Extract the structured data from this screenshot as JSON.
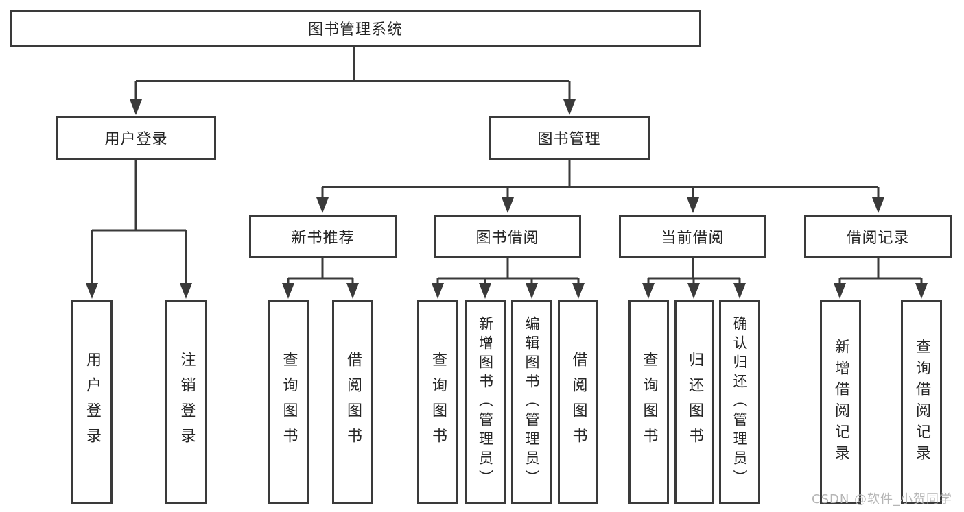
{
  "diagram_type": "hierarchy-tree",
  "tree": {
    "label": "图书管理系统",
    "children": [
      {
        "label": "用户登录",
        "children": [
          {
            "label": "用户登录"
          },
          {
            "label": "注销登录"
          }
        ]
      },
      {
        "label": "图书管理",
        "children": [
          {
            "label": "新书推荐",
            "children": [
              {
                "label": "查询图书"
              },
              {
                "label": "借阅图书"
              }
            ]
          },
          {
            "label": "图书借阅",
            "children": [
              {
                "label": "查询图书"
              },
              {
                "label": "新增图书（管理员）"
              },
              {
                "label": "编辑图书（管理员）"
              },
              {
                "label": "借阅图书"
              }
            ]
          },
          {
            "label": "当前借阅",
            "children": [
              {
                "label": "查询图书"
              },
              {
                "label": "归还图书"
              },
              {
                "label": "确认归还（管理员）"
              }
            ]
          },
          {
            "label": "借阅记录",
            "children": [
              {
                "label": "新增借阅记录"
              },
              {
                "label": "查询借阅记录"
              }
            ]
          }
        ]
      }
    ]
  },
  "watermark": {
    "text": "CSDN @软件_小贺同学"
  },
  "colors": {
    "line": "#3a3a3a",
    "text": "#262626",
    "box_background": "#ffffff",
    "watermark": "#b5b5b5",
    "page_background": "#ffffff"
  }
}
